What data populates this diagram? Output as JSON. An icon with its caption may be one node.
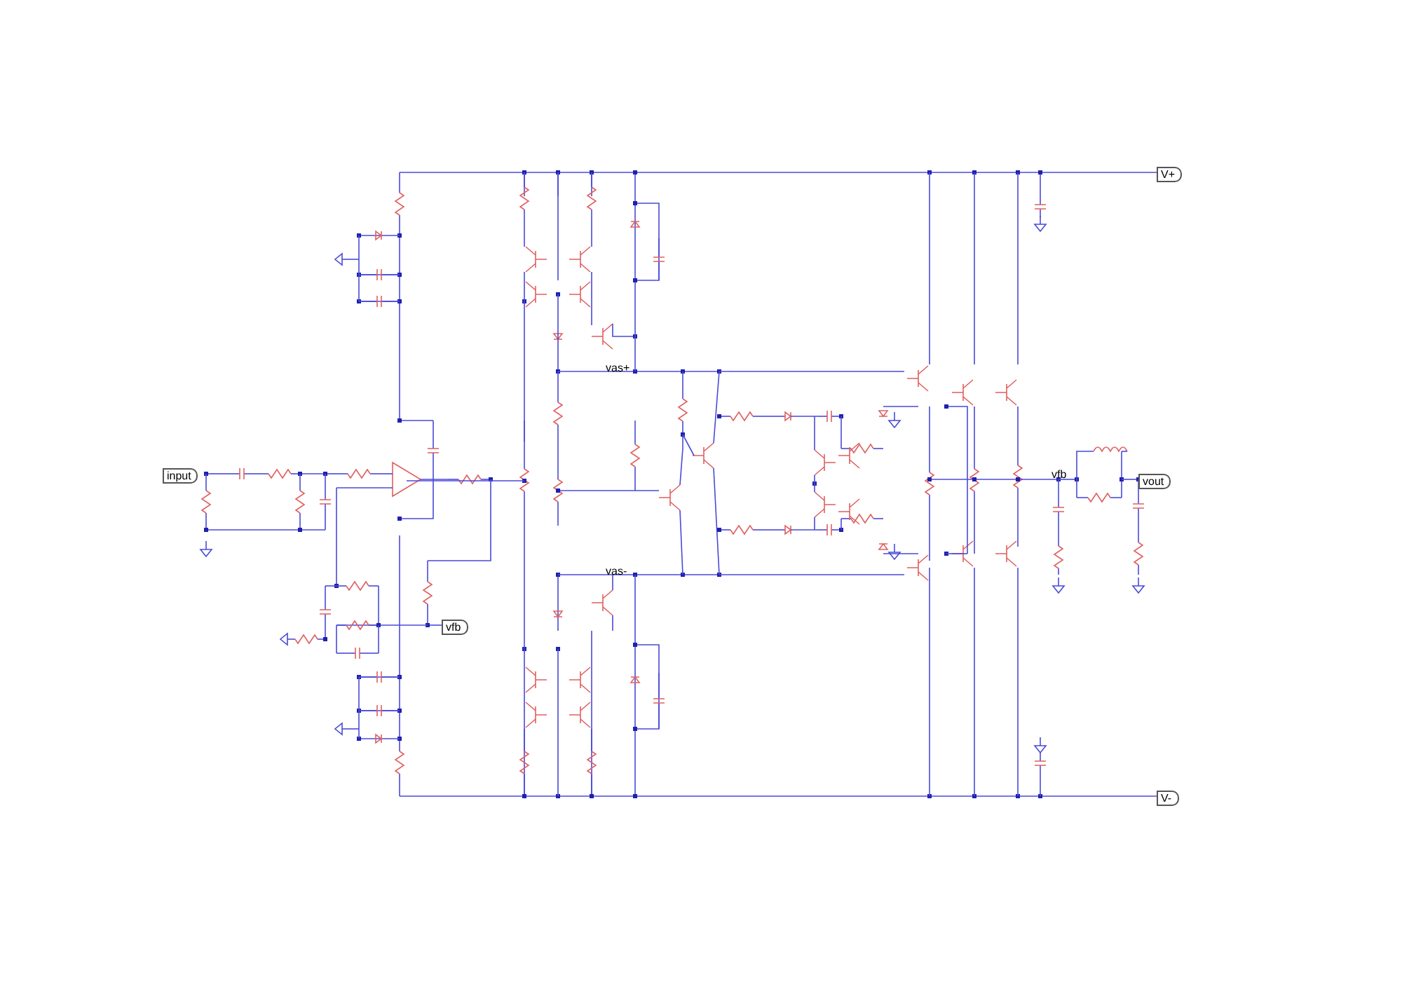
{
  "diagram": {
    "labels": [
      "V+",
      "vas+",
      "input",
      "vfb",
      "vout",
      "vas-",
      "vfb",
      "V-"
    ]
  }
}
